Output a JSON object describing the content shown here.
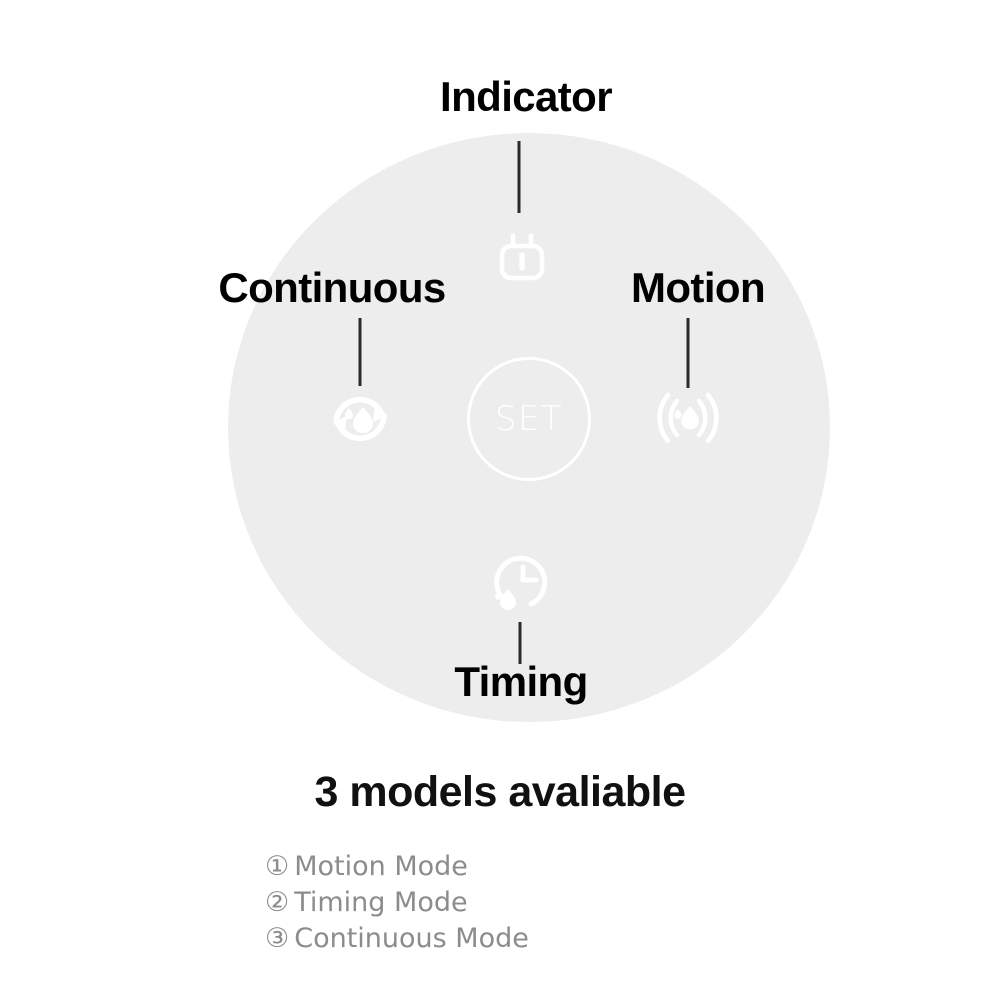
{
  "diagram": {
    "disc": {
      "name": "device-body",
      "fill_color": "#ededed"
    },
    "center_control": {
      "label": "SET",
      "icon": "set-button-circle",
      "color": "#ffffff"
    },
    "callouts": [
      {
        "id": "indicator",
        "label": "Indicator",
        "icon": "power-plug-icon",
        "position": "top"
      },
      {
        "id": "continuous",
        "label": "Continuous",
        "icon": "cycle-droplet-icon",
        "position": "left"
      },
      {
        "id": "motion",
        "label": "Motion",
        "icon": "motion-sensor-waves-droplet-icon",
        "position": "right"
      },
      {
        "id": "timing",
        "label": "Timing",
        "icon": "clock-droplet-icon",
        "position": "bottom"
      }
    ],
    "label_color": "#000000",
    "leader_line_color": "#2b2b2b"
  },
  "footer": {
    "heading": "3 models avaliable",
    "heading_color": "#111111",
    "list_color": "#8c8c8c",
    "models": [
      {
        "marker": "①",
        "label": "Motion Mode"
      },
      {
        "marker": "②",
        "label": "Timing Mode"
      },
      {
        "marker": "③",
        "label": "Continuous Mode"
      }
    ]
  }
}
